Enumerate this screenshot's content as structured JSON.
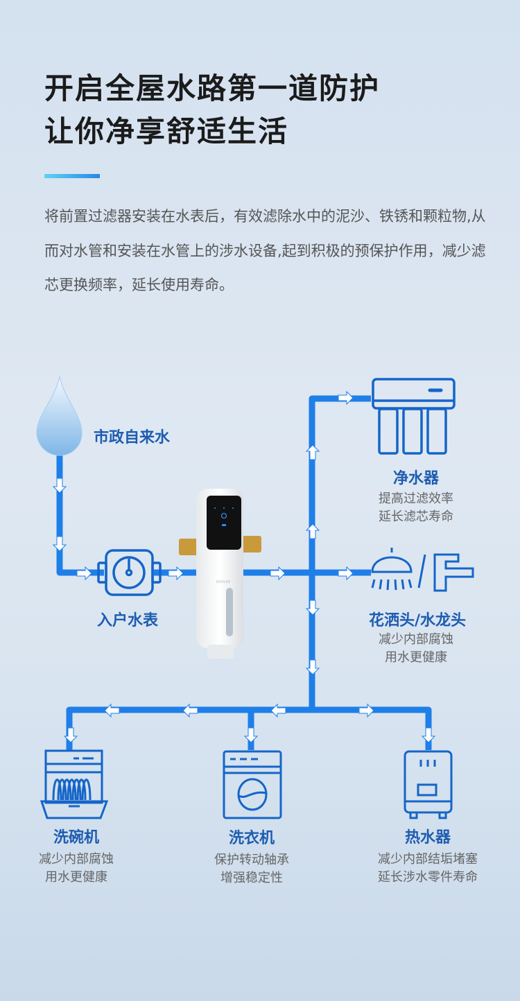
{
  "heading": {
    "line1": "开启全屋水路第一道防护",
    "line2": "让你净享舒适生活"
  },
  "description": "将前置过滤器安装在水表后，有效滤除水中的泥沙、铁锈和颗粒物,从而对水管和安装在水管上的涉水设备,起到积极的预保护作用，减少滤芯更换频率，延长使用寿命。",
  "colors": {
    "pipe": "#1f7fe8",
    "label": "#1e5cb0",
    "icon": "#1565c8"
  },
  "diagram": {
    "source": {
      "label": "市政自来水",
      "icon": "water-drop-icon"
    },
    "meter": {
      "label": "入户水表",
      "icon": "water-meter-icon"
    },
    "filter": {
      "brand": "KOHLER",
      "icon": "prefilter-product"
    },
    "purifier": {
      "label": "净水器",
      "sub1": "提高过滤效率",
      "sub2": "延长滤芯寿命"
    },
    "shower": {
      "label": "花洒头/水龙头",
      "sub1": "减少内部腐蚀",
      "sub2": "用水更健康"
    },
    "dishwasher": {
      "label": "洗碗机",
      "sub1": "减少内部腐蚀",
      "sub2": "用水更健康"
    },
    "washer": {
      "label": "洗衣机",
      "sub1": "保护转动轴承",
      "sub2": "增强稳定性"
    },
    "heater": {
      "label": "热水器",
      "sub1": "减少内部结垢堵塞",
      "sub2": "延长涉水零件寿命"
    }
  }
}
